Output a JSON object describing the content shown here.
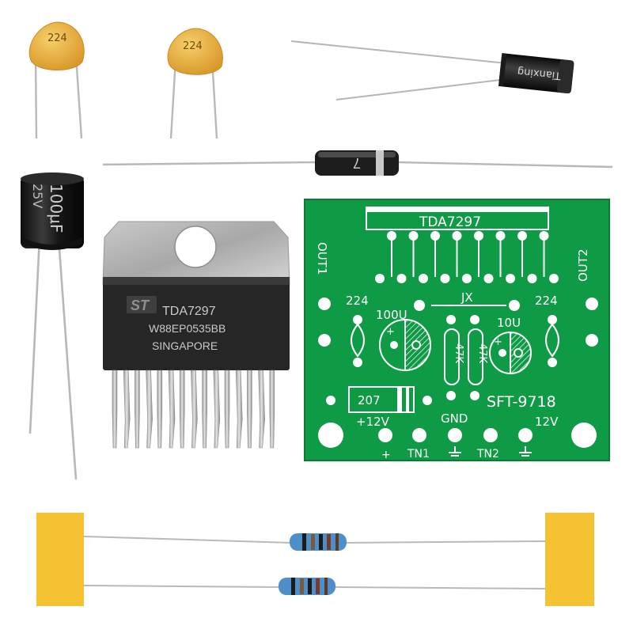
{
  "ceramic_caps": [
    {
      "label": "224"
    },
    {
      "label": "224"
    }
  ],
  "small_electrolytic": {
    "brand": "Tianxing"
  },
  "large_electrolytic": {
    "value": "100μF",
    "voltage": "25V"
  },
  "diode": {
    "mark": "7"
  },
  "chip": {
    "logo": "ST",
    "part": "TDA7297",
    "lot": "W88EP0535BB",
    "origin": "SINGAPORE"
  },
  "pcb": {
    "ic_label": "TDA7297",
    "jx": "JX",
    "out1": "OUT1",
    "out2": "OUT2",
    "cap_left": "224",
    "cap_right": "224",
    "ecap_left": "100U",
    "ecap_right": "10U",
    "res1": "47K",
    "res2": "47K",
    "diode": "207",
    "plus12v": "+12V",
    "gnd": "GND",
    "model": "SFT-9718",
    "v12": "12V",
    "minus": "-",
    "plus_right": "+",
    "plus_bottom": "+",
    "tn1": "TN1",
    "tn2": "TN2"
  },
  "colors": {
    "pcb_green": "#0f9a45",
    "ceramic": "#e9b03a",
    "tape": "#f4c232",
    "resistor_body": "#4f8fc9"
  }
}
